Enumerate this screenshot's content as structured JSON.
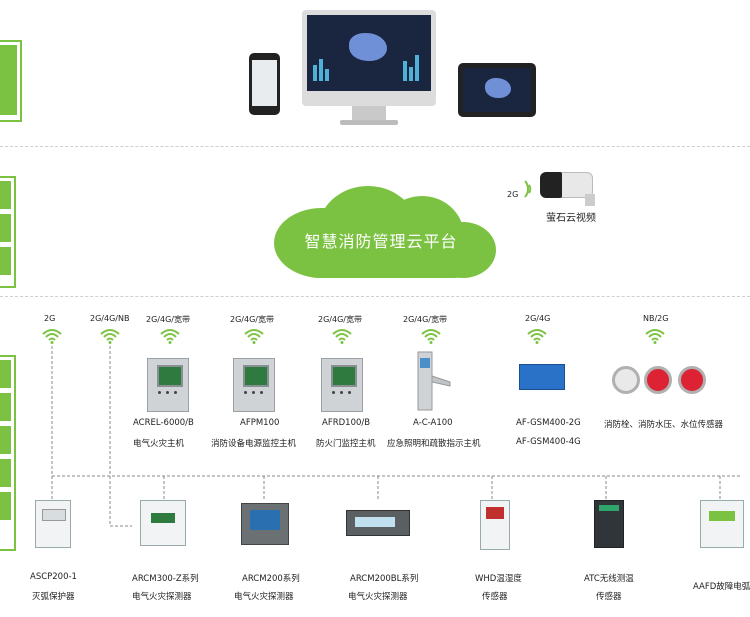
{
  "platform_title": "智慧消防管理云平台",
  "camera": {
    "signal": "2G",
    "label": "萤石云视频"
  },
  "gateways": [
    {
      "network": "2G"
    },
    {
      "network": "2G/4G/NB"
    },
    {
      "network": "2G/4G/宽带",
      "model": "ACREL-6000/B",
      "name": "电气火灾主机"
    },
    {
      "network": "2G/4G/宽带",
      "model": "AFPM100",
      "name": "消防设备电源监控主机"
    },
    {
      "network": "2G/4G/宽带",
      "model": "AFRD100/B",
      "name": "防火门监控主机"
    },
    {
      "network": "2G/4G/宽带",
      "model": "A-C-A100",
      "name": "应急照明和疏散指示主机"
    },
    {
      "network": "2G/4G",
      "model": "AF-GSM400-2G",
      "name": "AF-GSM400-4G"
    },
    {
      "network": "NB/2G",
      "name": "消防栓、消防水压、水位传感器"
    }
  ],
  "field_devices": [
    {
      "model": "ASCP200-1",
      "name": "灭弧保护器"
    },
    {
      "model": "ARCM300-Z系列",
      "name": "电气火灾探测器"
    },
    {
      "model": "ARCM200系列",
      "name": "电气火灾探测器"
    },
    {
      "model": "ARCM200BL系列",
      "name": "电气火灾探测器"
    },
    {
      "model": "WHD温湿度",
      "name": "传感器"
    },
    {
      "model": "ATC无线测温",
      "name": "传感器"
    },
    {
      "model": "AAFD故障电弧"
    }
  ],
  "colors": {
    "accent": "#7cc242",
    "wifi": "#7cc242"
  }
}
